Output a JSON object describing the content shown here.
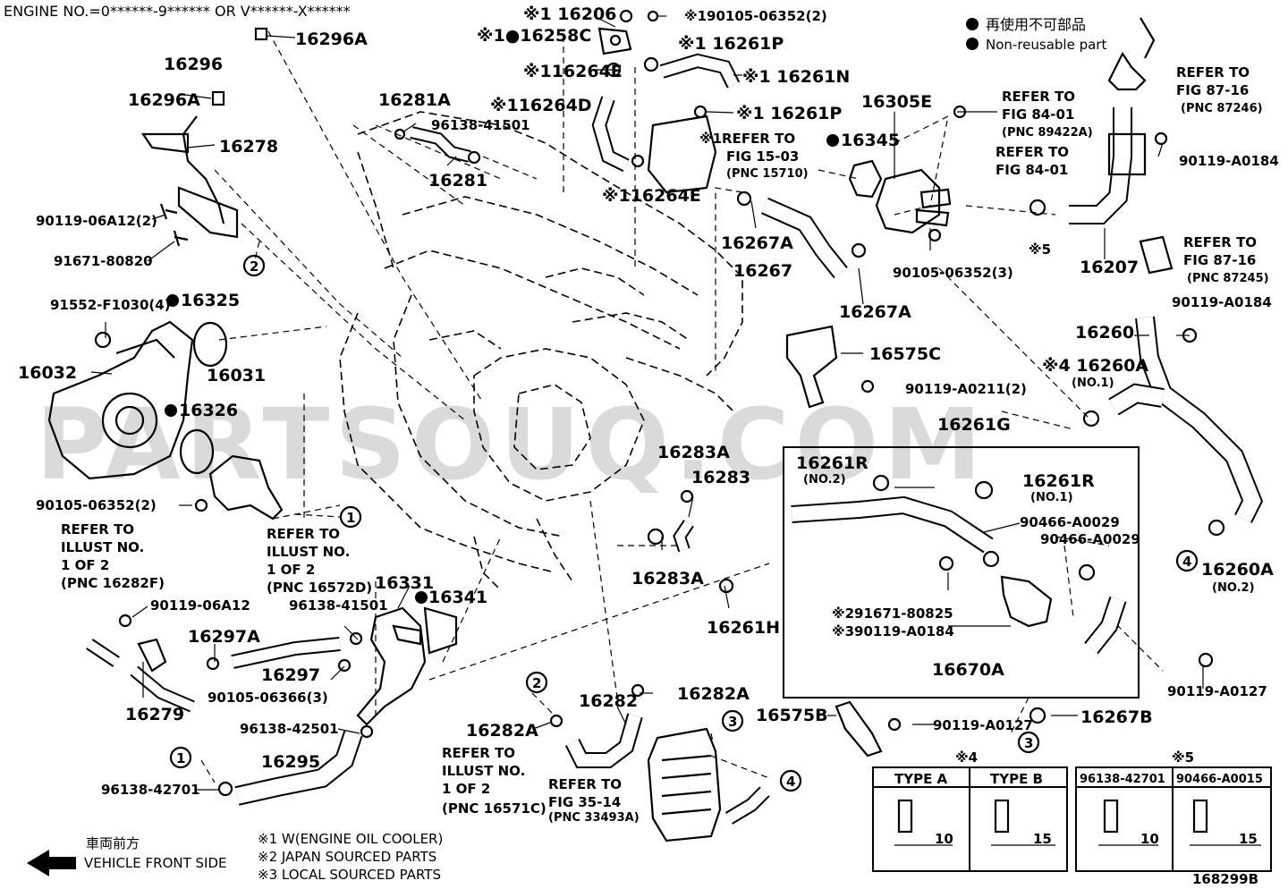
{
  "header": {
    "engine_no": "ENGINE NO.=0******-9****** OR V******-X******",
    "legend_jp": "再使用不可部品",
    "legend_en": "Non-reusable part"
  },
  "watermark": "PARTSOUQ.COM",
  "diagram_id": "168299B",
  "front": {
    "jp": "車両前方",
    "en": "VEHICLE FRONT SIDE"
  },
  "footnotes": [
    "※1 W(ENGINE OIL COOLER)",
    "※2 JAPAN SOURCED PARTS",
    "※3 LOCAL SOURCED PARTS"
  ],
  "labels": {
    "p16296A_top": "16296A",
    "p16296": "16296",
    "p16296A": "16296A",
    "p16278": "16278",
    "p90119_06A12_2": "90119-06A12(2)",
    "p91671_80820": "91671-80820",
    "p91552": "91552-F1030(4)",
    "p16325": "16325",
    "p16032": "16032",
    "p16031": "16031",
    "p16326": "16326",
    "p90105_06352_2": "90105-06352(2)",
    "refer_illust_a": "REFER TO",
    "refer_illust_a2": "ILLUST NO.",
    "refer_illust_a3": "1 OF 2",
    "refer_illust_a4": "(PNC 16282F)",
    "refer_illust_b": "REFER TO",
    "refer_illust_b2": "ILLUST NO.",
    "refer_illust_b3": "1 OF 2",
    "refer_illust_b4": "(PNC 16572D)",
    "p90119_06A12": "90119-06A12",
    "p16297A": "16297A",
    "p16297": "16297",
    "p16279": "16279",
    "p90105_06366_3": "90105-06366(3)",
    "p96138_42501": "96138-42501",
    "p96138_42701": "96138-42701",
    "p16295": "16295",
    "p16331": "16331",
    "p16341": "16341",
    "p96138_41501_b": "96138-41501",
    "refer_illust_c": "REFER TO",
    "refer_illust_c2": "ILLUST NO.",
    "refer_illust_c3": "1 OF 2",
    "refer_illust_c4": "(PNC 16571C)",
    "p16281A": "16281A",
    "p96138_41501": "96138-41501",
    "p16281": "16281",
    "p16206": "※1 16206",
    "p190105": "※190105-06352(2)",
    "p16258C": "※1●16258C",
    "p16261P_a": "※1 16261P",
    "p16264E_a": "※116264E",
    "p16261N": "※1 16261N",
    "p16264D": "※116264D",
    "p16261P_b": "※1 16261P",
    "refer_15_03": "※1REFER TO",
    "refer_15_03b": "FIG 15-03",
    "refer_15_03c": "(PNC 15710)",
    "p16264E_b": "※116264E",
    "p16305E": "16305E",
    "p16345": "16345",
    "p16267A_a": "16267A",
    "p16267": "16267",
    "p16267A_b": "16267A",
    "p90105_06352_3": "90105-06352(3)",
    "refer_84_a": "REFER TO",
    "refer_84_a2": "FIG 84-01",
    "refer_84_a3": "(PNC 89422A)",
    "refer_84_b": "REFER TO",
    "refer_84_b2": "FIG 84-01",
    "note5": "※5",
    "refer_87_a": "REFER TO",
    "refer_87_a2": "FIG 87-16",
    "refer_87_a3": "(PNC 87246)",
    "p90119_A0184_a": "90119-A0184",
    "p16207": "16207",
    "refer_87_b": "REFER TO",
    "refer_87_b2": "FIG 87-16",
    "refer_87_b3": "(PNC 87245)",
    "p90119_A0184_b": "90119-A0184",
    "p16260": "16260",
    "p16575C": "16575C",
    "p90119_A0211_2": "90119-A0211(2)",
    "p16260A_a": "※4 16260A",
    "p16260A_a2": "(NO.1)",
    "p16261G": "16261G",
    "p16261R_2": "16261R",
    "p16261R_2b": "(NO.2)",
    "p16261R_1": "16261R",
    "p16261R_1b": "(NO.1)",
    "p90466_A0029_a": "90466-A0029",
    "p90466_A0029_b": "90466-A0029",
    "p291671": "※291671-80825",
    "p390119": "※390119-A0184",
    "p16670A": "16670A",
    "p16260A_b": "16260A",
    "p16260A_b2": "(NO.2)",
    "p90119_A0127_a": "90119-A0127",
    "p16283A_a": "16283A",
    "p16283": "16283",
    "p16283A_b": "16283A",
    "p16261H": "16261H",
    "p16282A_a": "16282A",
    "p16282": "16282",
    "p16282A_b": "16282A",
    "refer_35_14": "REFER TO",
    "refer_35_14b": "FIG 35-14",
    "refer_35_14c": "(PNC 33493A)",
    "p16575B": "16575B",
    "p90119_A0127_b": "90119-A0127",
    "p16267B": "16267B"
  },
  "circles": [
    "1",
    "1",
    "2",
    "2",
    "3",
    "3",
    "4",
    "4"
  ],
  "table4": {
    "title": "※4",
    "cols": [
      "TYPE A",
      "TYPE B"
    ],
    "dims": [
      "10",
      "15"
    ]
  },
  "table5": {
    "title": "※5",
    "cols": [
      "96138-42701",
      "90466-A0015"
    ],
    "dims": [
      "10",
      "15"
    ]
  }
}
